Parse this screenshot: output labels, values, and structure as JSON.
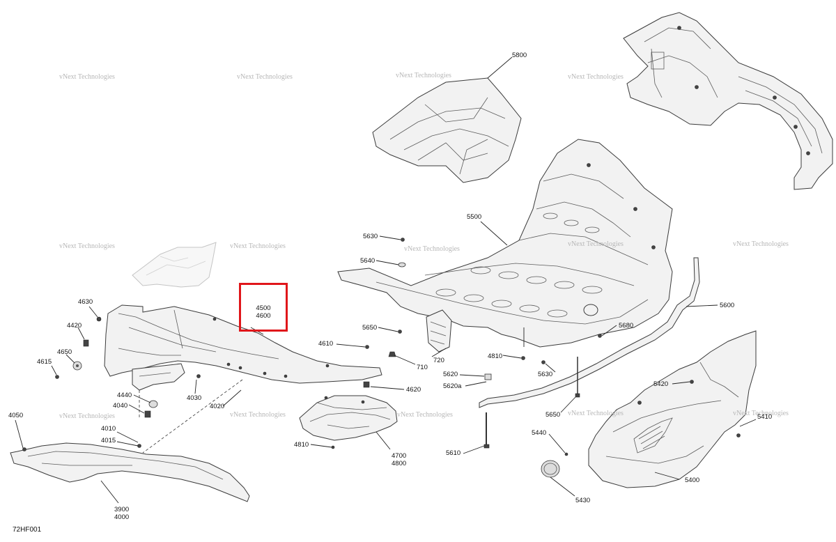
{
  "diagram": {
    "code": "72HF001",
    "watermark_text": "vNext Technologies",
    "highlight": {
      "label_line1": "4500",
      "label_line2": "4600",
      "color": "#e0161a"
    },
    "callouts": {
      "c5800": "5800",
      "c5500": "5500",
      "c5630a": "5630",
      "c5640": "5640",
      "c5650a": "5650",
      "c5680": "5680",
      "c5600": "5600",
      "c720": "720",
      "c710": "710",
      "c4810a": "4810",
      "c5630b": "5630",
      "c5620": "5620",
      "c5620a": "5620a",
      "c5420": "5420",
      "c5650b": "5650",
      "c5410": "5410",
      "c5440": "5440",
      "c5610": "5610",
      "c5400": "5400",
      "c5430": "5430",
      "c4630": "4630",
      "c4420": "4420",
      "c4650": "4650",
      "c4615": "4615",
      "c4610": "4610",
      "c4620": "4620",
      "c4440": "4440",
      "c4040": "4040",
      "c4030": "4030",
      "c4020": "4020",
      "c4050": "4050",
      "c4010": "4010",
      "c4015": "4015",
      "c4810b": "4810",
      "c4700": "4700",
      "c4800": "4800",
      "c3900": "3900",
      "c4000": "4000"
    }
  }
}
